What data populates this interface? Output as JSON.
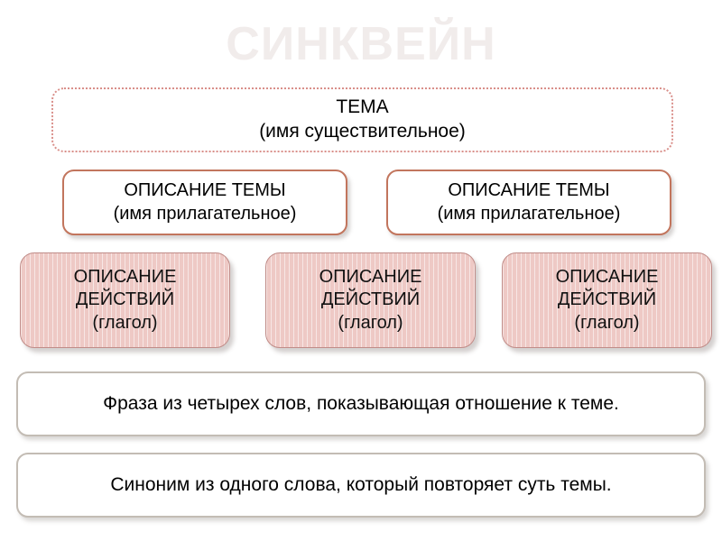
{
  "slide": {
    "title": "СИНКВЕЙН",
    "background_color": "#ffffff",
    "title_color": "#f1eceb"
  },
  "colors": {
    "theme_box_border": "#d98f8a",
    "desc_box_border": "#c2755d",
    "action_box_fill": "#eec9c5",
    "action_box_border": "#c08c88",
    "wide_box_border": "#c3bcb4",
    "text": "#000000"
  },
  "rows": {
    "row1_theme": {
      "line1": "ТЕМА",
      "line2": "(имя существительное)"
    },
    "row2_descriptions": [
      {
        "line1": "ОПИСАНИЕ ТЕМЫ",
        "line2": "(имя прилагательное)"
      },
      {
        "line1": "ОПИСАНИЕ ТЕМЫ",
        "line2": "(имя прилагательное)"
      }
    ],
    "row3_actions": [
      {
        "line1": "ОПИСАНИЕ",
        "line2": "ДЕЙСТВИЙ",
        "line3": "(глагол)"
      },
      {
        "line1": "ОПИСАНИЕ",
        "line2": "ДЕЙСТВИЙ",
        "line3": "(глагол)"
      },
      {
        "line1": "ОПИСАНИЕ",
        "line2": "ДЕЙСТВИЙ",
        "line3": "(глагол)"
      }
    ],
    "row4_phrase": {
      "text": "Фраза из четырех слов, показывающая отношение к теме."
    },
    "row5_synonym": {
      "text": "Синоним из одного слова, который повторяет суть темы."
    }
  }
}
